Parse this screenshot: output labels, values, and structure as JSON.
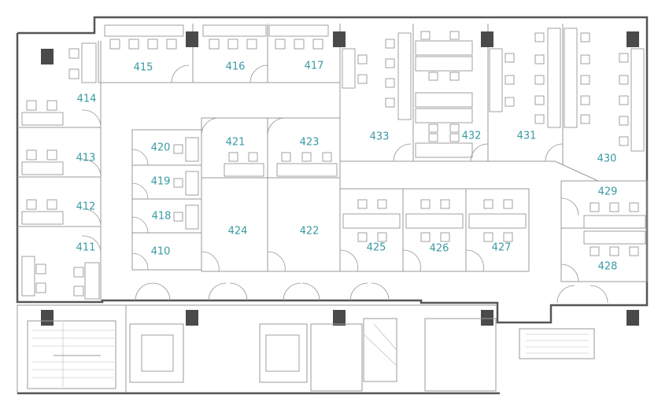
{
  "rooms": [
    {
      "id": "415",
      "label": "415"
    },
    {
      "id": "416",
      "label": "416"
    },
    {
      "id": "417",
      "label": "417"
    },
    {
      "id": "414",
      "label": "414"
    },
    {
      "id": "413",
      "label": "413"
    },
    {
      "id": "412",
      "label": "412"
    },
    {
      "id": "411",
      "label": "411"
    },
    {
      "id": "420",
      "label": "420"
    },
    {
      "id": "419",
      "label": "419"
    },
    {
      "id": "418",
      "label": "418"
    },
    {
      "id": "410",
      "label": "410"
    },
    {
      "id": "421",
      "label": "421"
    },
    {
      "id": "423",
      "label": "423"
    },
    {
      "id": "424",
      "label": "424"
    },
    {
      "id": "422",
      "label": "422"
    },
    {
      "id": "433",
      "label": "433"
    },
    {
      "id": "432",
      "label": "432"
    },
    {
      "id": "431",
      "label": "431"
    },
    {
      "id": "430",
      "label": "430"
    },
    {
      "id": "429",
      "label": "429"
    },
    {
      "id": "428",
      "label": "428"
    },
    {
      "id": "425",
      "label": "425"
    },
    {
      "id": "426",
      "label": "426"
    },
    {
      "id": "427",
      "label": "427"
    }
  ],
  "colors": {
    "label": "#3a9aa3",
    "wall": "#555555",
    "column": "#4a4a4a"
  }
}
